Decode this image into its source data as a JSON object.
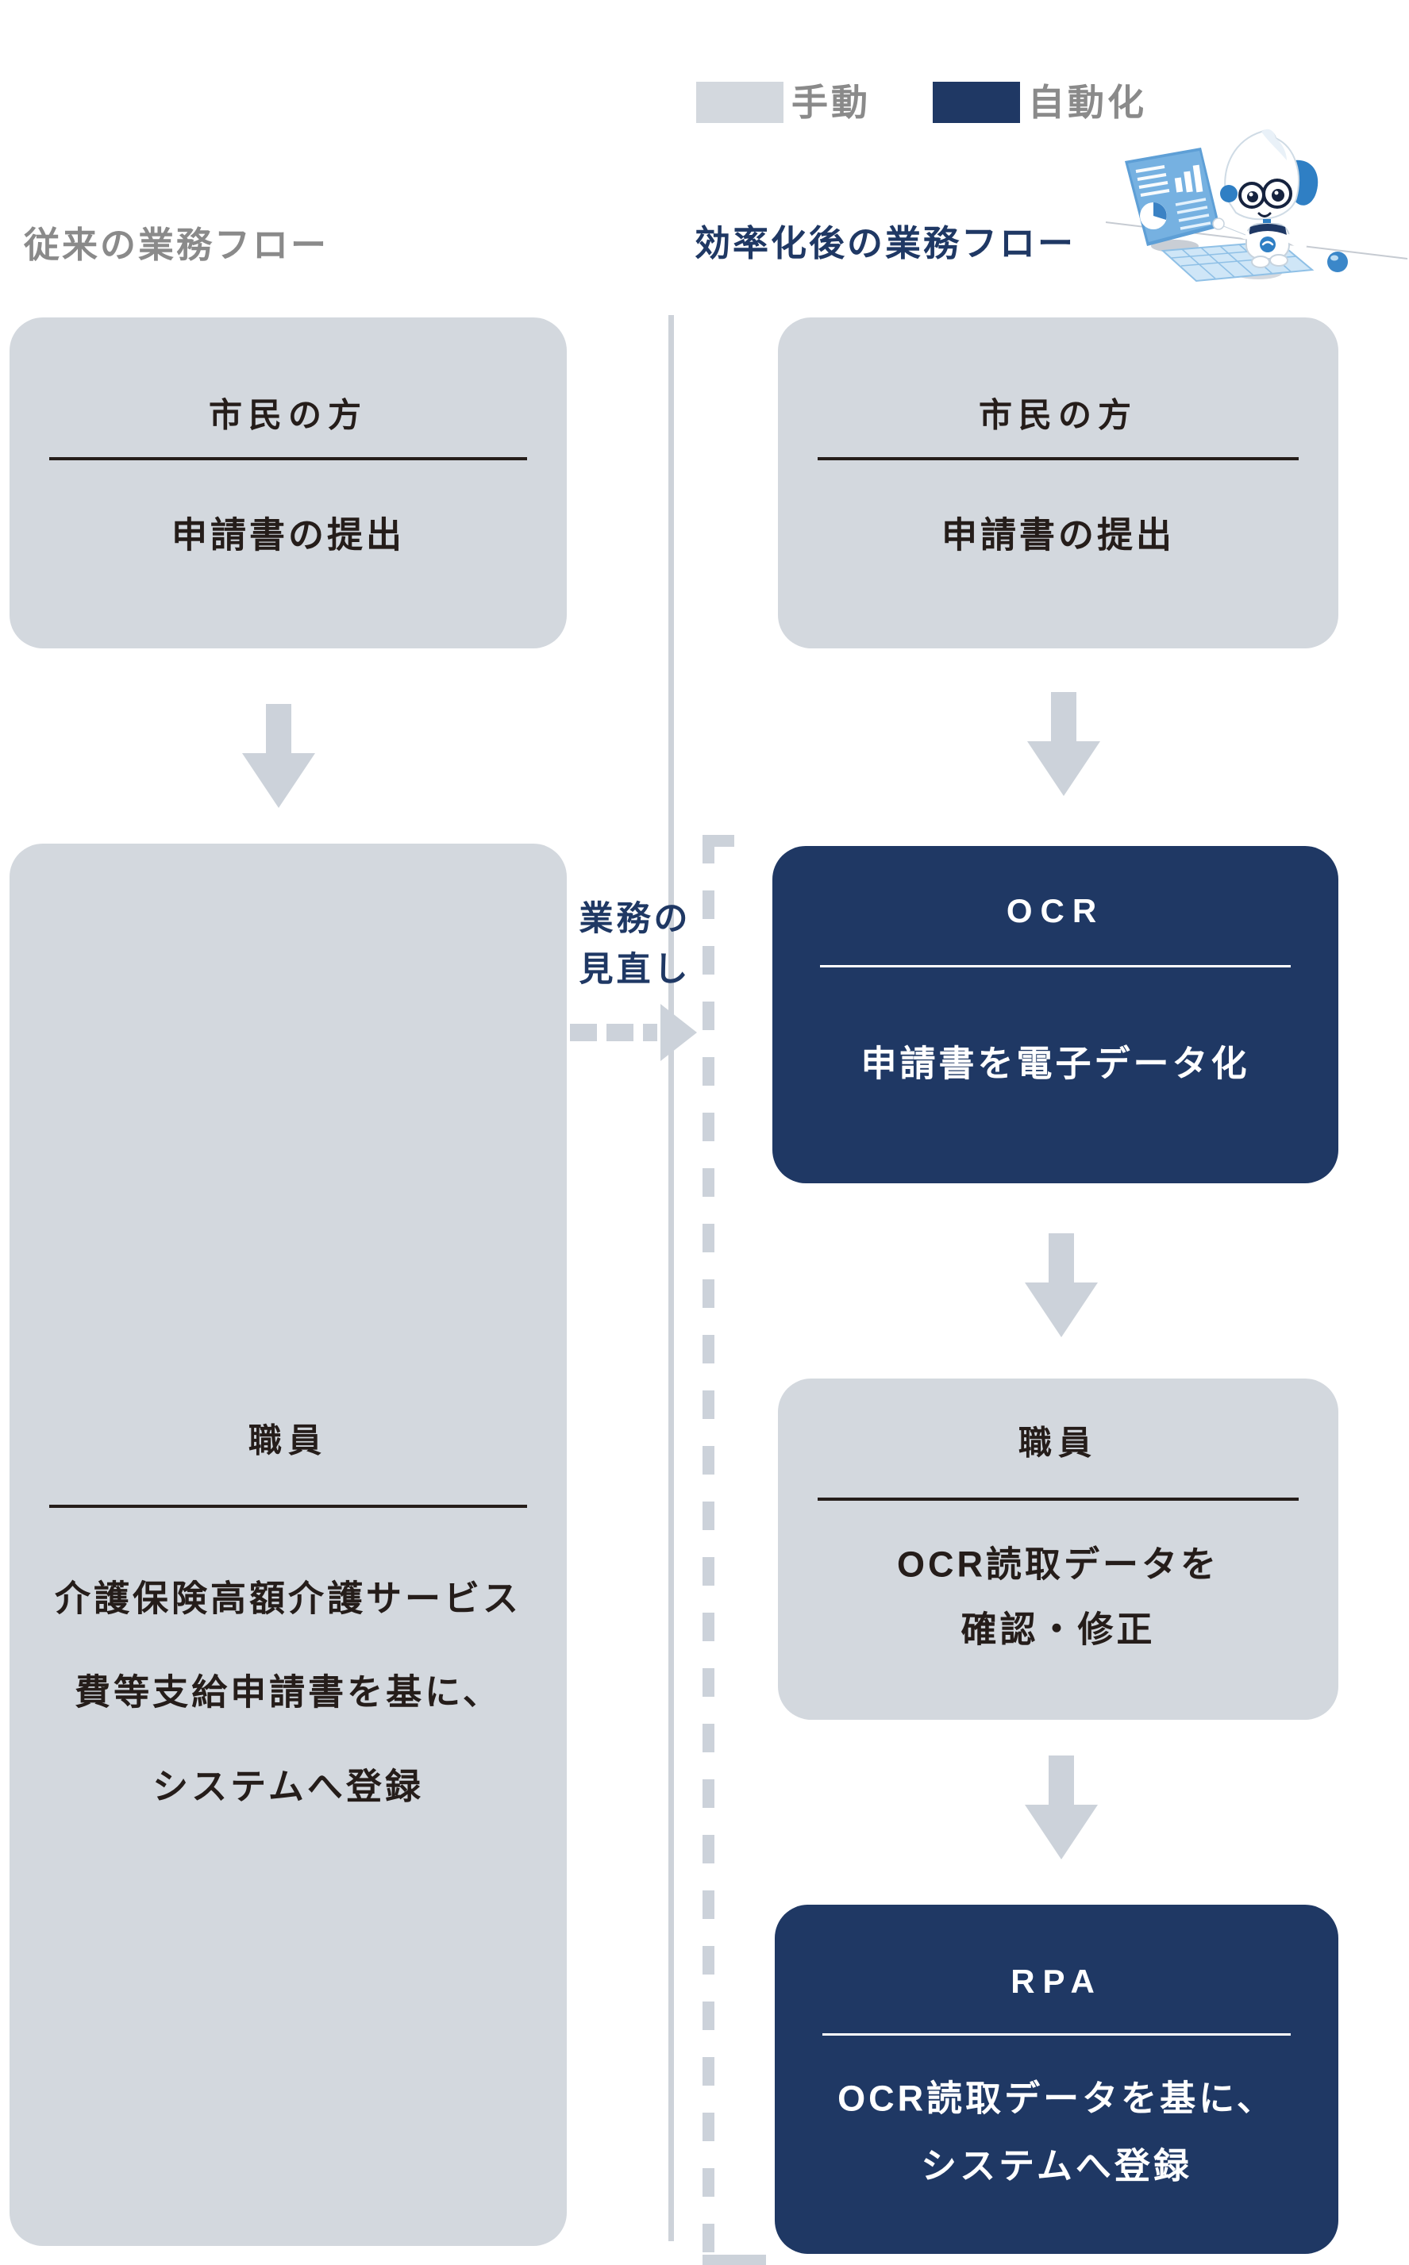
{
  "legend": {
    "manual_label": "手動",
    "auto_label": "自動化",
    "manual_color": "#d3d8de",
    "auto_color": "#1f3864"
  },
  "headers": {
    "left": "従来の業務フロー",
    "right": "効率化後の業務フロー"
  },
  "left_flow": {
    "citizen_box": {
      "title": "市民の方",
      "body": "申請書の提出"
    },
    "staff_box": {
      "title": "職員",
      "body_lines": [
        "介護保険高額介護サービス",
        "費等支給申請書を基に、",
        "システムへ登録"
      ]
    }
  },
  "right_flow": {
    "citizen_box": {
      "title": "市民の方",
      "body": "申請書の提出"
    },
    "ocr_box": {
      "title": "OCR",
      "body": "申請書を電子データ化"
    },
    "staff_box": {
      "title": "職員",
      "body_lines": [
        "OCR読取データを",
        "確認・修正"
      ]
    },
    "rpa_box": {
      "title": "RPA",
      "body_lines": [
        "OCR読取データを基に、",
        "システムへ登録"
      ]
    }
  },
  "transition": {
    "label_line1": "業務の",
    "label_line2": "見直し"
  },
  "icons": {
    "mascot": "robot-at-computer-mascot"
  },
  "colors": {
    "navy": "#1f3864",
    "box_gray": "#d3d8de",
    "arrow_gray": "#ccd2da",
    "text_dark": "#251d1a",
    "text_gray": "#8a8a8a"
  }
}
